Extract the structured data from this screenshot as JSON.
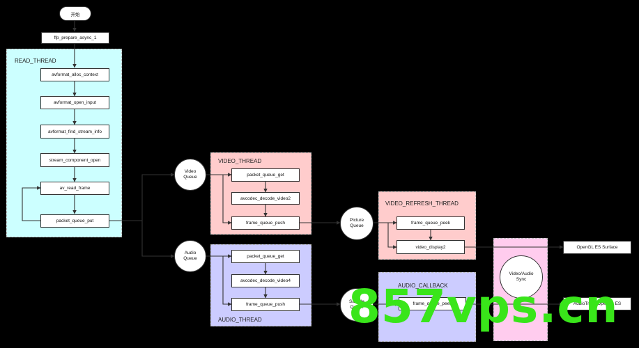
{
  "start": "开始",
  "prepare": "ffp_prepare_async_1",
  "read_thread": {
    "label": "READ_THREAD",
    "steps": [
      "avformat_alloc_context",
      "avformat_open_input",
      "avformat_find_stream_info",
      "stream_component_open",
      "av_read_frame",
      "packet_queue_put"
    ]
  },
  "queues": {
    "video": "Video\nQueue",
    "audio": "Audio\nQueue",
    "picture": "Picture\nQueue",
    "sample": "Sample\nQueue"
  },
  "video_thread": {
    "label": "VIDEO_THREAD",
    "steps": [
      "packet_queue_get",
      "avcodec_decode_video2",
      "frame_queue_push"
    ]
  },
  "audio_thread": {
    "label": "AUDIO_THREAD",
    "steps": [
      "packet_queue_get",
      "avcodec_decode_video4",
      "frame_queue_push"
    ]
  },
  "video_refresh_thread": {
    "label": "VIDEO_REFRESH_THREAD",
    "steps": [
      "frame_queue_peek",
      "video_display2"
    ]
  },
  "audio_callback": {
    "label": "AUDIO_CALLBACK",
    "steps": [
      "frame_queue_peek"
    ]
  },
  "sync": "Video/Audio\nSync",
  "outputs": {
    "video": "OpenGL ES Surface",
    "audio": "AudioTrack/OpenSL ES"
  },
  "watermark": "857vps.cn",
  "colors": {
    "read_thread_bg": "#ccffff",
    "video_thread_bg": "#ffcccc",
    "audio_thread_bg": "#ccccff",
    "sync_bg": "#ffccee",
    "watermark": "#39e51a"
  }
}
